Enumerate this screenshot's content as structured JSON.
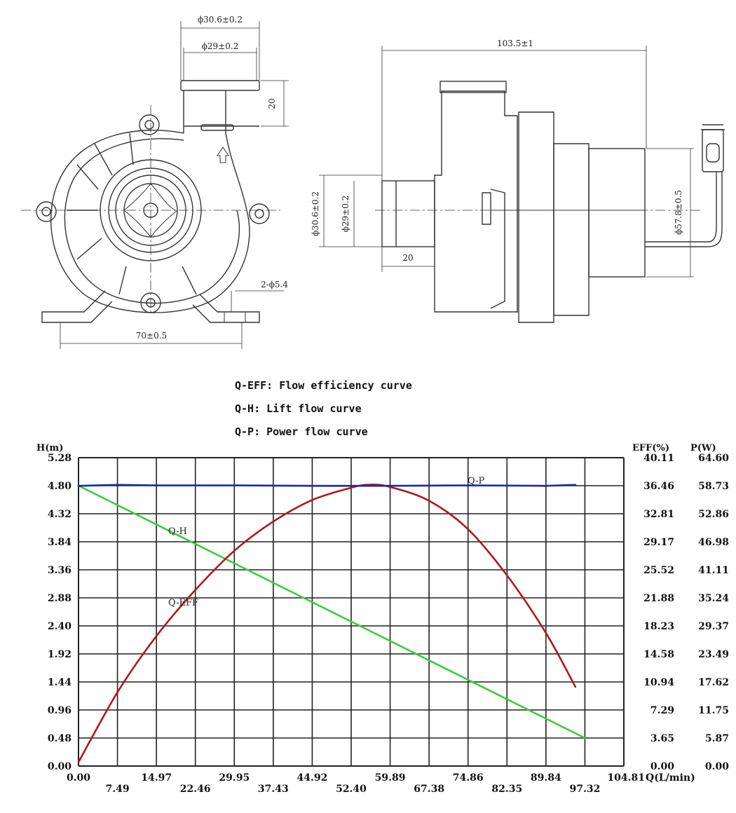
{
  "drawing": {
    "front_view": {
      "dim_outer_dia": "ϕ30.6±0.2",
      "dim_inner_dia": "ϕ29±0.2",
      "dim_outlet_len": "20",
      "dim_mount_holes": "2-ϕ5.4",
      "dim_base_width": "70±0.5"
    },
    "side_view": {
      "dim_total_len": "103.5±1",
      "dim_outer_dia": "ϕ30.6±0.2",
      "dim_inner_dia": "ϕ29±0.2",
      "dim_inlet_len": "20",
      "dim_motor_dia": "ϕ57.8±0.5"
    }
  },
  "legend": {
    "line1": "Q-EFF: Flow efficiency curve",
    "line2": "Q-H: Lift flow curve",
    "line3": "Q-P: Power flow curve"
  },
  "chart_data": {
    "type": "line",
    "title": "",
    "xlabel": "Q(L/min)",
    "ylabel": "H(m)",
    "y2label": "EFF(%)",
    "y3label": "P(W)",
    "x_ticks": [
      "0.00",
      "7.49",
      "14.97",
      "22.46",
      "29.95",
      "37.43",
      "44.92",
      "52.40",
      "59.89",
      "67.38",
      "74.86",
      "82.35",
      "89.84",
      "97.32",
      "104.81"
    ],
    "y_ticks": [
      "0.00",
      "0.48",
      "0.96",
      "1.44",
      "1.92",
      "2.40",
      "2.88",
      "3.36",
      "3.84",
      "4.32",
      "4.80",
      "5.28"
    ],
    "y2_ticks": [
      "0.00",
      "3.65",
      "7.29",
      "10.94",
      "14.58",
      "18.23",
      "21.88",
      "25.52",
      "29.17",
      "32.81",
      "36.46",
      "40.11"
    ],
    "y3_ticks": [
      "0.00",
      "5.87",
      "11.75",
      "17.62",
      "23.49",
      "29.37",
      "35.24",
      "41.11",
      "46.98",
      "52.86",
      "58.73",
      "64.60"
    ],
    "xlim": [
      0,
      104.81
    ],
    "ylim": [
      0,
      5.28
    ],
    "y2lim": [
      0,
      40.11
    ],
    "y3lim": [
      0,
      64.6
    ],
    "grid": true,
    "series": [
      {
        "name": "Q-H",
        "axis": "H",
        "color": "#3ccd3c",
        "x": [
          0,
          97.32
        ],
        "y": [
          4.8,
          0.48
        ]
      },
      {
        "name": "Q-EFF",
        "axis": "EFF",
        "color": "#b01818",
        "x": [
          0,
          7.49,
          14.97,
          22.46,
          29.95,
          37.43,
          44.92,
          52.4,
          56.0,
          59.89,
          67.38,
          74.86,
          82.35,
          89.84,
          95.5
        ],
        "y": [
          0.5,
          9.6,
          16.9,
          22.9,
          28.0,
          31.8,
          34.6,
          36.2,
          36.6,
          36.3,
          34.5,
          30.8,
          24.8,
          17.3,
          10.3
        ]
      },
      {
        "name": "Q-P",
        "axis": "P",
        "color": "#1c2a9c",
        "x": [
          0,
          7.49,
          14.97,
          29.95,
          44.92,
          59.89,
          74.86,
          89.84,
          95.5
        ],
        "y": [
          58.7,
          58.9,
          58.8,
          58.8,
          58.7,
          58.7,
          58.8,
          58.7,
          58.9
        ]
      }
    ],
    "annotations": [
      {
        "text": "Q-H",
        "series": "Q-H"
      },
      {
        "text": "Q-EFF",
        "series": "Q-EFF"
      },
      {
        "text": "Q-P",
        "series": "Q-P"
      }
    ]
  }
}
